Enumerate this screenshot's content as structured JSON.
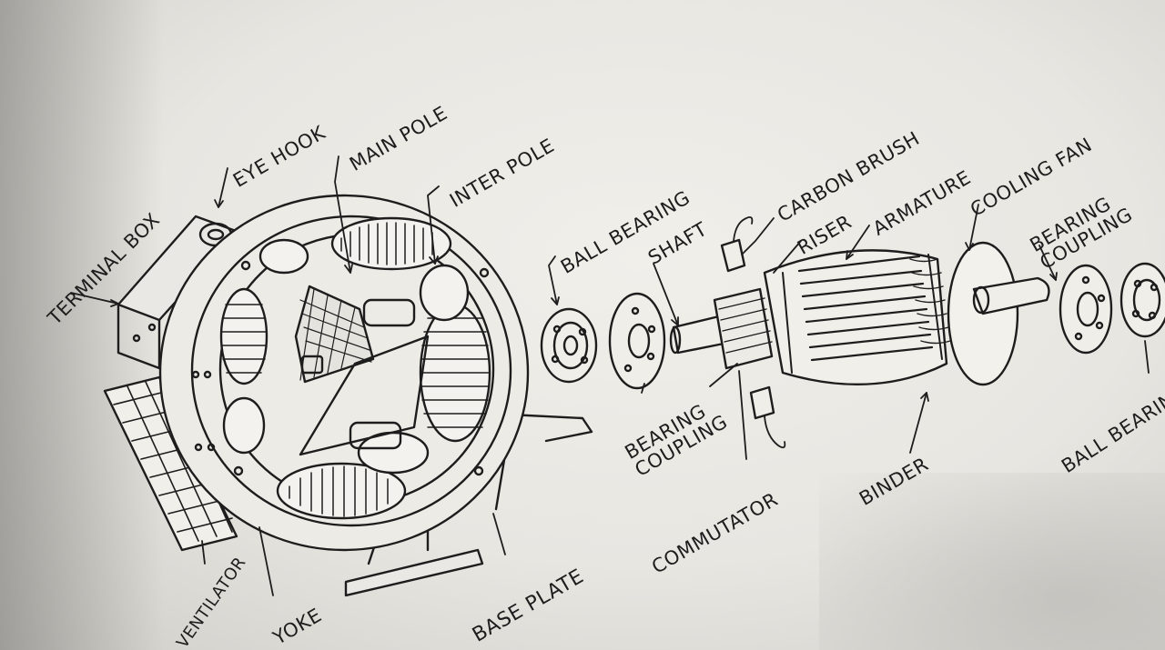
{
  "diagram": {
    "labels": {
      "terminal_box": "TERMINAL BOX",
      "eye_hook": "EYE HOOK",
      "main_pole": "MAIN POLE",
      "inter_pole": "INTER POLE",
      "ball_bearing_left": "BALL BEARING",
      "shaft": "SHAFT",
      "carbon_brush": "CARBON BRUSH",
      "riser": "RISER",
      "armature": "ARMATURE",
      "cooling_fan": "COOLING FAN",
      "bearing_coupling_right_l1": "BEARING",
      "bearing_coupling_right_l2": "COUPLING",
      "bearing_coupling_left_l1": "BEARING",
      "bearing_coupling_left_l2": "COUPLING",
      "commutator": "COMMUTATOR",
      "binder": "BINDER",
      "ball_bearing_right": "BALL BEARIN",
      "ventilator": "VENTILATOR",
      "yoke": "YOKE",
      "base_plate": "BASE PLATE"
    },
    "colors": {
      "ink": "#1d1d1d",
      "paper": "#ecebe6"
    }
  }
}
